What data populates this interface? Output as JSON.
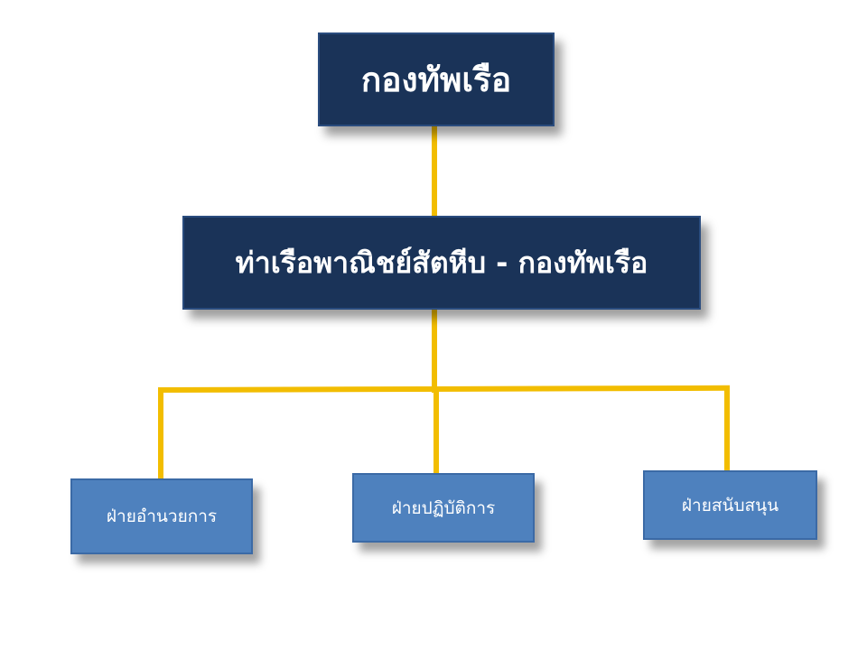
{
  "org_chart": {
    "colors": {
      "connector": "#f2bd00",
      "top_box_fill": "#1a3358",
      "unit_box_fill": "#4e81be",
      "text": "#ffffff"
    },
    "root": {
      "label": "กองทัพเรือ"
    },
    "level_two": {
      "label": "ท่าเรือพาณิชย์สัตหีบ - กองทัพเรือ"
    },
    "divisions": [
      {
        "label": "ฝ่ายอำนวยการ"
      },
      {
        "label": "ฝ่ายปฏิบัติการ"
      },
      {
        "label": "ฝ่ายสนับสนุน"
      }
    ]
  }
}
